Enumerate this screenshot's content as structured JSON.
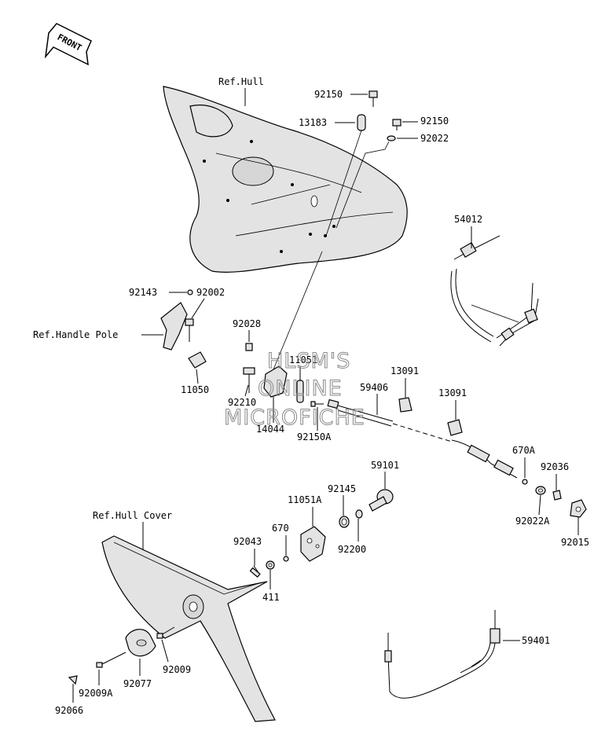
{
  "orientation": {
    "front_label": "FRONT"
  },
  "references": {
    "hull": "Ref.Hull",
    "handle_pole": "Ref.Handle Pole",
    "hull_cover": "Ref.Hull Cover"
  },
  "watermark": {
    "line1": "HLSM'S",
    "line2": "ONLINE",
    "line3": "MICROFICHE"
  },
  "parts": {
    "p92150_top": "92150",
    "p13183": "13183",
    "p92150_right": "92150",
    "p92022": "92022",
    "p54012": "54012",
    "p92143": "92143",
    "p92002": "92002",
    "p92028": "92028",
    "p11051": "11051",
    "p11050": "11050",
    "p92210": "92210",
    "p14044": "14044",
    "p92150A": "92150A",
    "p59406": "59406",
    "p13091_a": "13091",
    "p13091_b": "13091",
    "p670A": "670A",
    "p92036": "92036",
    "p92022A": "92022A",
    "p92015": "92015",
    "p59101": "59101",
    "p92145": "92145",
    "p11051A": "11051A",
    "p92200": "92200",
    "p670": "670",
    "p92043": "92043",
    "p411": "411",
    "p92009": "92009",
    "p92077": "92077",
    "p92009A": "92009A",
    "p92066": "92066",
    "p59401": "59401"
  }
}
